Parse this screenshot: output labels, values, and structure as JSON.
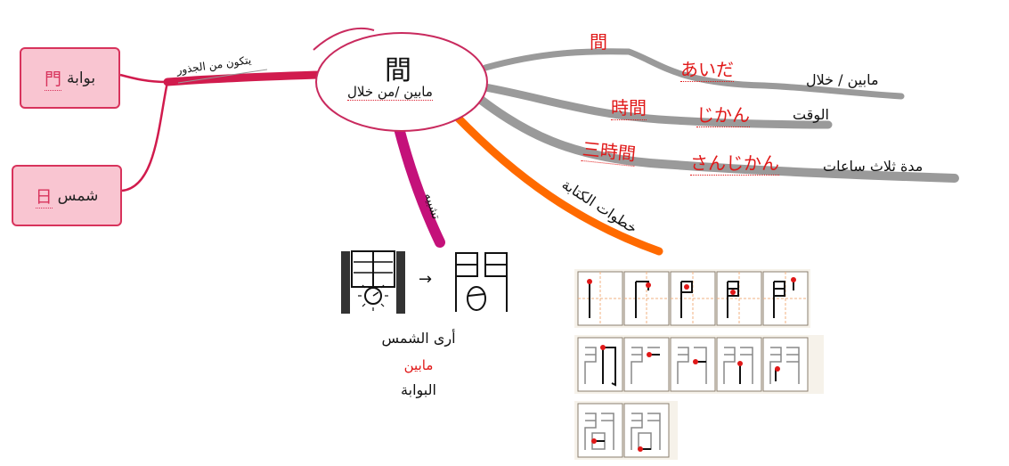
{
  "center": {
    "kanji": "間",
    "meaning": "مابين /من خلال"
  },
  "roots_label": "يتكون من الجذور",
  "roots": [
    {
      "kanji": "門",
      "label": "بوابة"
    },
    {
      "kanji": "日",
      "label": "شمس"
    }
  ],
  "similar_label": "تشبيه",
  "mnemonic": {
    "arrow": "→",
    "line1": "أرى الشمس",
    "line2": "مابين",
    "line3": "البوابة"
  },
  "stroke_label": "خطوات الكتابة",
  "vocab": [
    {
      "word": "間",
      "reading": "あいだ",
      "meaning": "مابين / خلال"
    },
    {
      "word": "時間",
      "reading": "じかん",
      "meaning": "الوقت"
    },
    {
      "word": "三時間",
      "reading": "さんじかん",
      "meaning": "مدة ثلاث ساعات"
    }
  ],
  "colors": {
    "root_fill": "#f9c5d1",
    "root_border": "#d8335c",
    "accent_red": "#e01818",
    "branch_gray": "#9a9a9a",
    "branch_orange": "#ff6a00",
    "branch_magenta": "#c4117a"
  },
  "icons": {
    "gate_sun": "gate-with-sun-drawing",
    "gate_sun_simplified": "kanji-outline-drawing"
  }
}
